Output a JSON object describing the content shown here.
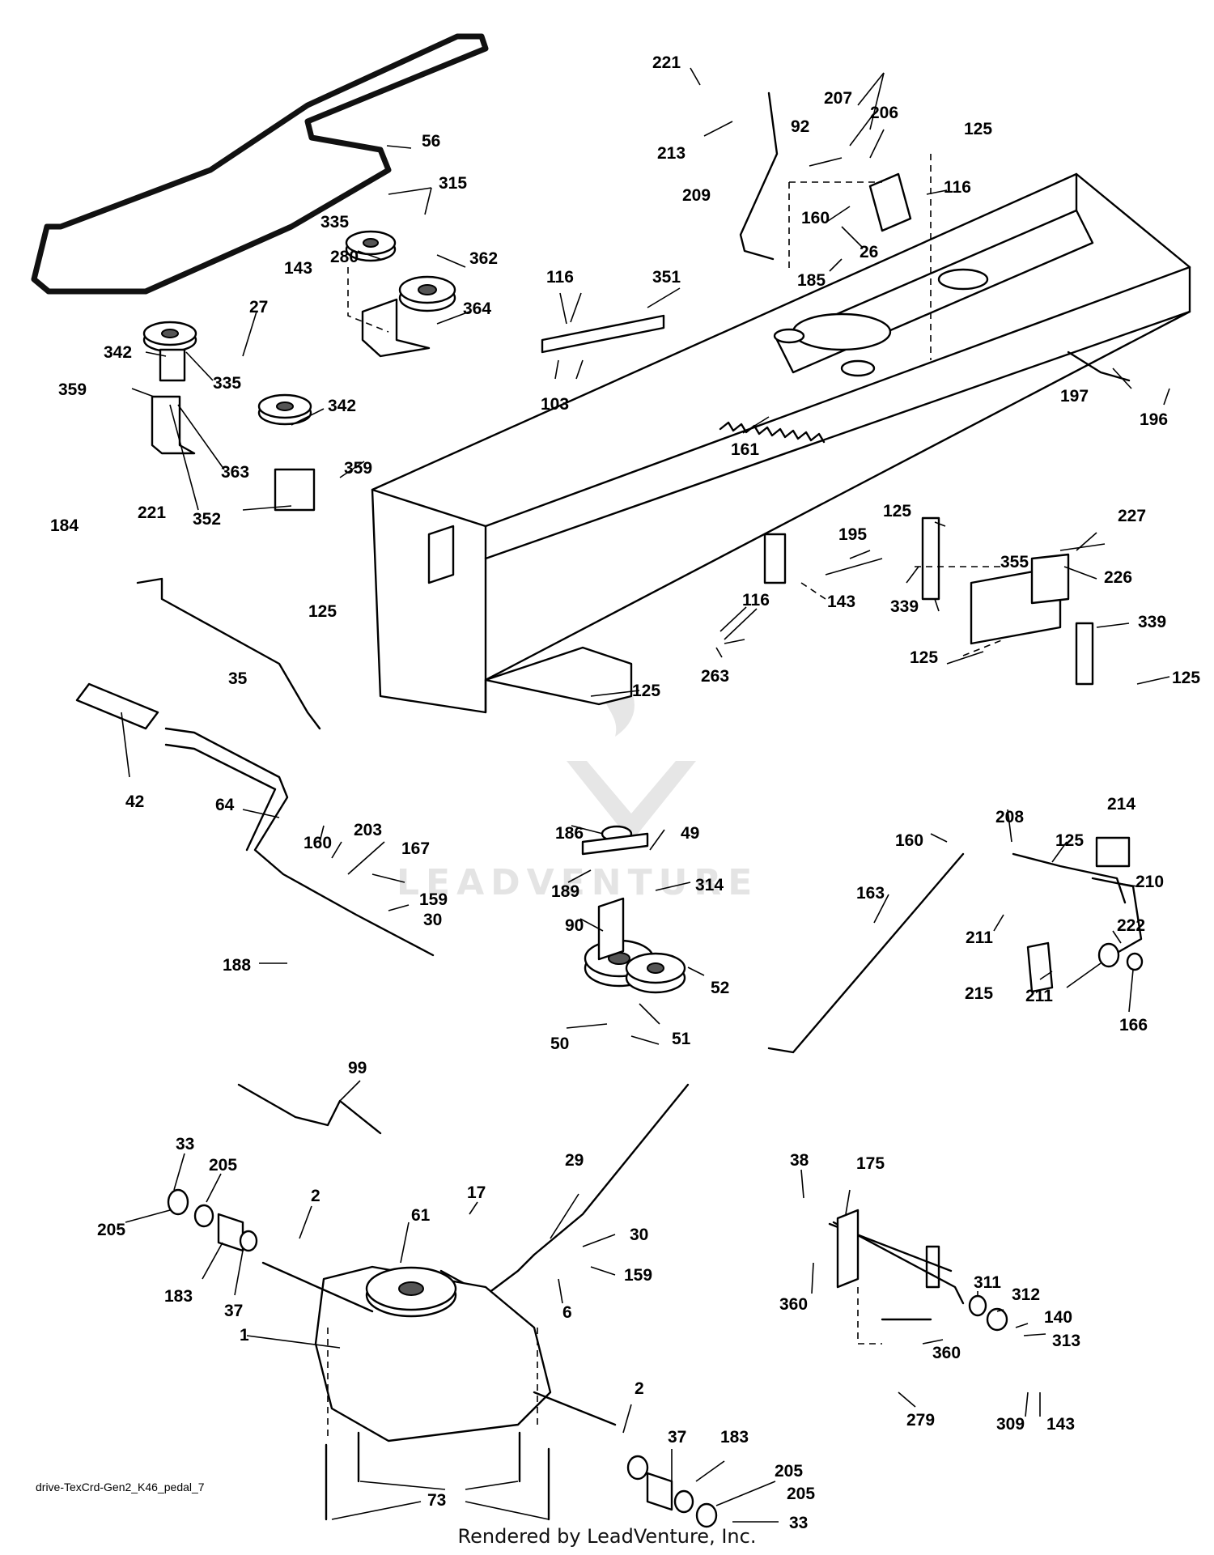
{
  "diagram": {
    "id_label": "drive-TexCrd-Gen2_K46_pedal_7",
    "credit": "Rendered by LeadVenture, Inc.",
    "watermark_text": "LEADVENTURE",
    "line_color": "#000000",
    "background_color": "#ffffff",
    "callouts": [
      "221",
      "213",
      "207",
      "92",
      "125",
      "206",
      "116",
      "209",
      "160",
      "26",
      "185",
      "56",
      "315",
      "335",
      "280",
      "362",
      "143",
      "364",
      "27",
      "342",
      "335",
      "359",
      "342",
      "363",
      "359",
      "352",
      "116",
      "351",
      "103",
      "161",
      "197",
      "196",
      "184",
      "221",
      "125",
      "35",
      "125",
      "227",
      "195",
      "339",
      "355",
      "226",
      "143",
      "116",
      "339",
      "125",
      "125",
      "263",
      "125",
      "42",
      "64",
      "160",
      "203",
      "167",
      "159",
      "30",
      "188",
      "186",
      "49",
      "189",
      "314",
      "90",
      "52",
      "51",
      "50",
      "160",
      "208",
      "125",
      "214",
      "210",
      "163",
      "211",
      "222",
      "211",
      "215",
      "166",
      "99",
      "33",
      "205",
      "205",
      "17",
      "29",
      "2",
      "183",
      "37",
      "61",
      "30",
      "159",
      "6",
      "1",
      "38",
      "175",
      "360",
      "311",
      "312",
      "140",
      "313",
      "360",
      "309",
      "143",
      "279",
      "2",
      "37",
      "183",
      "205",
      "205",
      "73",
      "33"
    ]
  }
}
